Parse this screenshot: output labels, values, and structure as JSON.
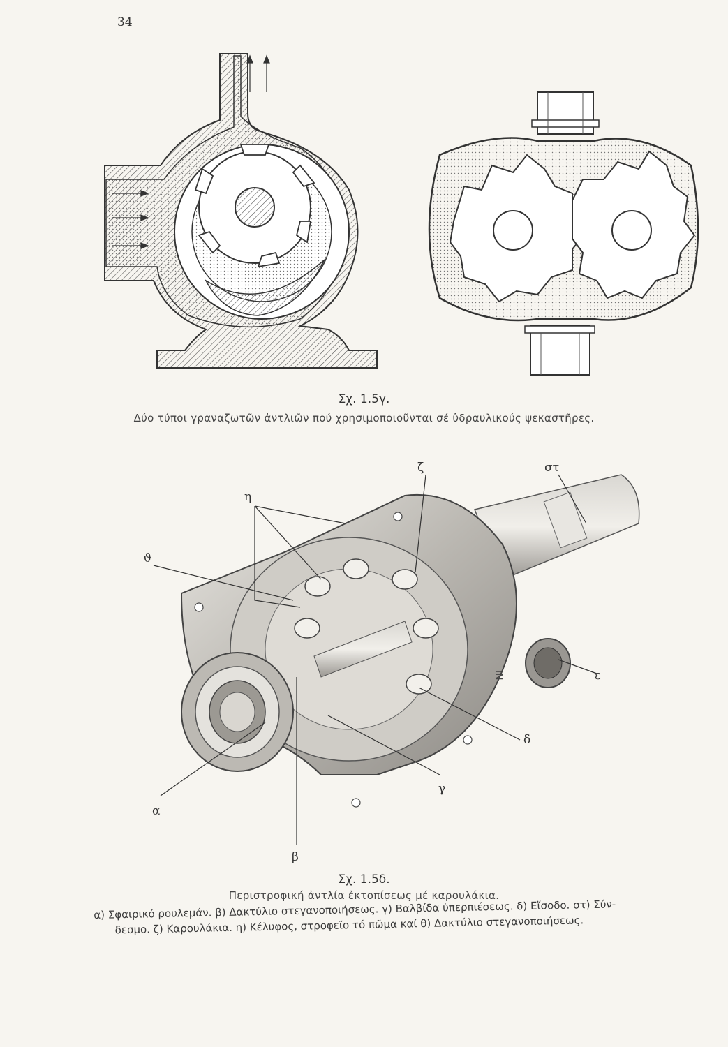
{
  "page_number": "34",
  "figure_a": {
    "label": "Σχ. 1.5γ.",
    "caption": "Δύο τύποι γραναζωτῶν ἀντλιῶν πού χρησιμοποιοῦνται σέ ὑδραυλικούς ψεκαστῆρες."
  },
  "figure_b": {
    "labels": {
      "eta": "η",
      "zeta": "ζ",
      "st": "στ",
      "theta": "ϑ",
      "epsilon": "ε",
      "delta": "δ",
      "gamma": "γ",
      "alpha": "α",
      "beta": "β"
    },
    "label": "Σχ. 1.5δ.",
    "caption": "Περιστροφική ἀντλία ἐκτοπίσεως μέ καρουλάκια.",
    "legend_line1": "α) Σφαιρικό ρουλεμάν. β) Δακτύλιο στεγανοποιήσεως. γ) Βαλβίδα ὑπερπιέσεως. δ) Εἴσοδο. στ) Σύν-",
    "legend_line2": "δεσμο. ζ) Καρουλάκια. η) Κέλυφος, στροφεῖο τό πῶμα καί θ) Δακτύλιο στεγανοποιήσεως."
  },
  "inlet_marking": "IN"
}
